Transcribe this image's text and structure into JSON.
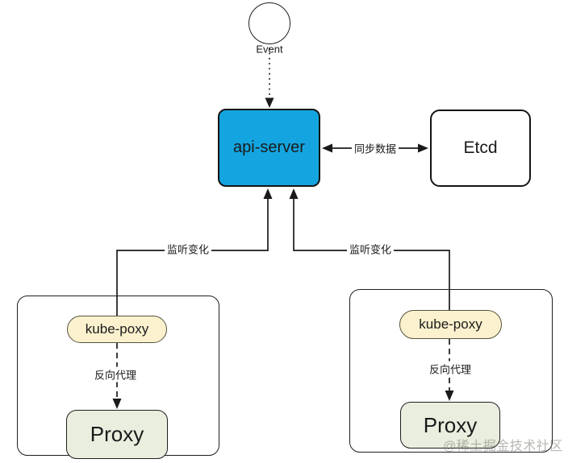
{
  "nodes": {
    "event": {
      "label": "Event",
      "shape": "circle",
      "fill": "#ffffff"
    },
    "api_server": {
      "label": "api-server",
      "fill": "#14A5E0"
    },
    "etcd": {
      "label": "Etcd",
      "fill": "#ffffff"
    },
    "left_group": {
      "kube_proxy": {
        "label": "kube-poxy",
        "fill": "#FBF1CE"
      },
      "proxy": {
        "label": "Proxy",
        "fill": "#E9EEDF"
      }
    },
    "right_group": {
      "kube_proxy": {
        "label": "kube-poxy",
        "fill": "#FBF1CE"
      },
      "proxy": {
        "label": "Proxy",
        "fill": "#E9EEDF"
      }
    }
  },
  "edges": {
    "event_to_api": {
      "label": "",
      "style": "dotted-arrow-down"
    },
    "api_etcd_sync": {
      "label": "同步数据",
      "style": "solid-double-arrow"
    },
    "watch_left": {
      "label": "监听变化",
      "style": "solid-elbow-arrow-up"
    },
    "watch_right": {
      "label": "监听变化",
      "style": "solid-elbow-arrow-up"
    },
    "reverse_proxy_left": {
      "label": "反向代理",
      "style": "dashed-arrow-down"
    },
    "reverse_proxy_right": {
      "label": "反向代理",
      "style": "dashed-arrow-down"
    }
  },
  "watermark": {
    "text": "@稀土掘金技术社区",
    "color": "#8F9288"
  }
}
